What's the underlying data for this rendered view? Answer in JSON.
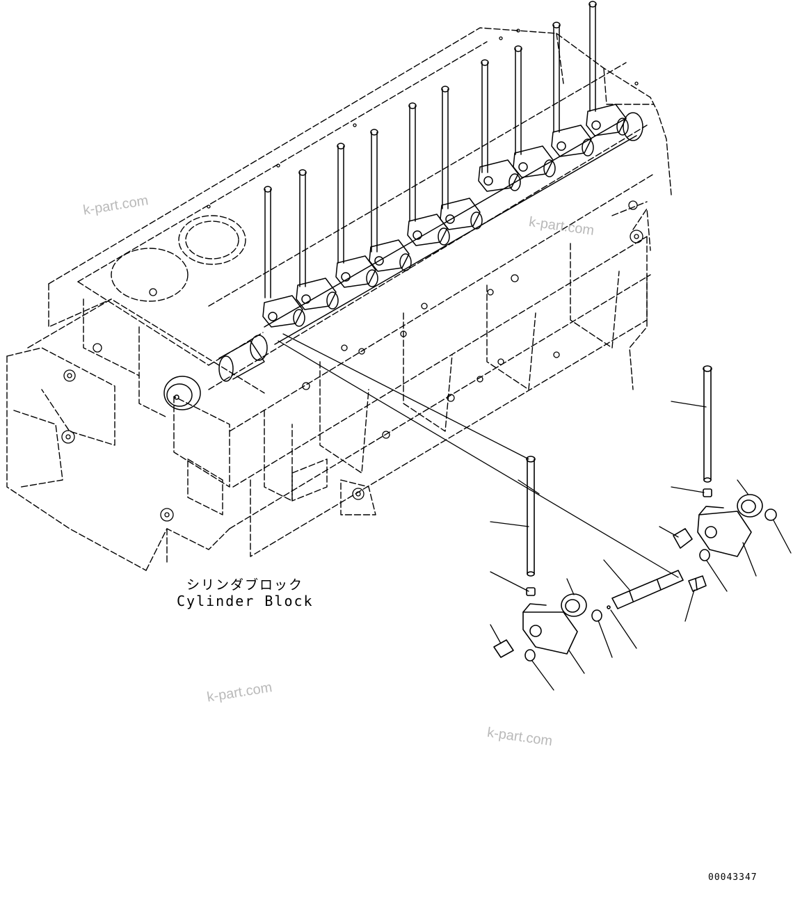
{
  "labels": {
    "cylinder_block_jp": "シリンダブロック",
    "cylinder_block_en": "Cylinder Block"
  },
  "watermarks": [
    "k-part.com",
    "k-part.com",
    "k-part.com",
    "k-part.com"
  ],
  "drawing_number": "00043347",
  "colors": {
    "line": "#000000",
    "watermark": "#b9b9b9",
    "background": "#ffffff"
  }
}
